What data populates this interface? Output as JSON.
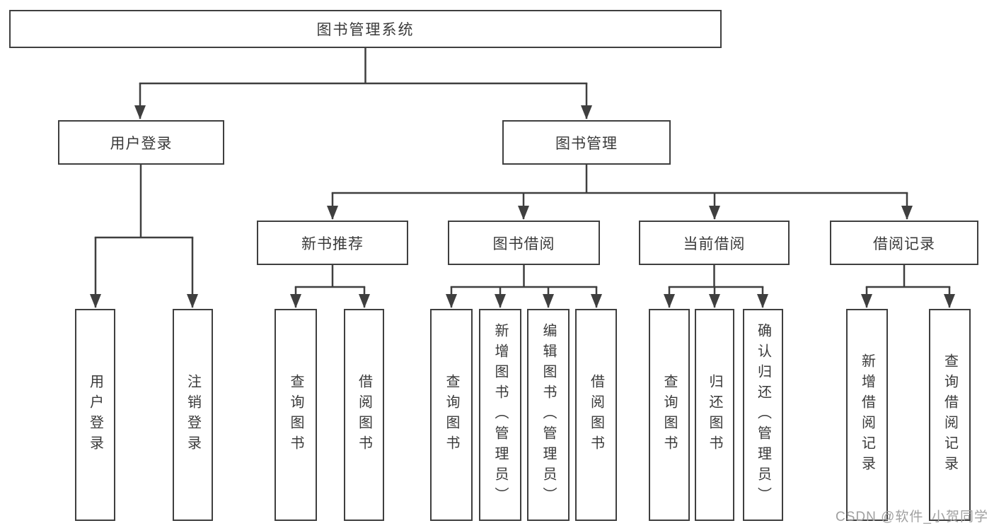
{
  "watermark": "CSDN @软件_小贺同学",
  "colors": {
    "line": "#3f3f3f",
    "text": "#3a3a3a",
    "watermark": "#a0a0a0",
    "background": "#ffffff"
  },
  "tree": {
    "root": {
      "label": "图书管理系统"
    },
    "children": [
      {
        "label": "用户登录",
        "children": [
          {
            "label": "用户登录"
          },
          {
            "label": "注销登录"
          }
        ]
      },
      {
        "label": "图书管理",
        "children": [
          {
            "label": "新书推荐",
            "children": [
              {
                "label": "查询图书"
              },
              {
                "label": "借阅图书"
              }
            ]
          },
          {
            "label": "图书借阅",
            "children": [
              {
                "label": "查询图书"
              },
              {
                "label": "新增图书（管理员）"
              },
              {
                "label": "编辑图书（管理员）"
              },
              {
                "label": "借阅图书"
              }
            ]
          },
          {
            "label": "当前借阅",
            "children": [
              {
                "label": "查询图书"
              },
              {
                "label": "归还图书"
              },
              {
                "label": "确认归还（管理员）"
              }
            ]
          },
          {
            "label": "借阅记录",
            "children": [
              {
                "label": "新增借阅记录"
              },
              {
                "label": "查询借阅记录"
              }
            ]
          }
        ]
      }
    ]
  }
}
